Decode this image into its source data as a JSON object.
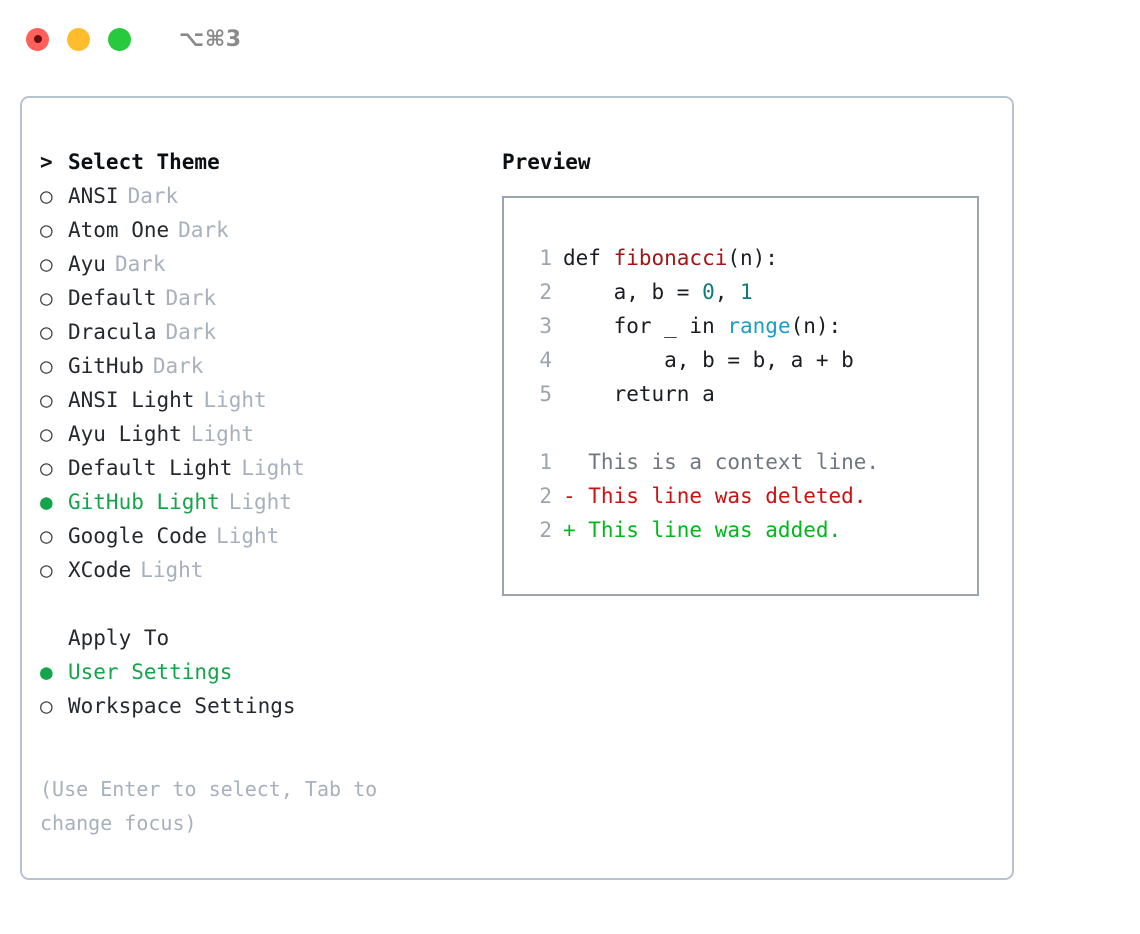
{
  "titlebar": {
    "shortcut": "⌥⌘3",
    "dots": [
      {
        "name": "close-button",
        "color": "#ff6059"
      },
      {
        "name": "minimize-button",
        "color": "#ffbd2e"
      },
      {
        "name": "maximize-button",
        "color": "#27c93f"
      }
    ]
  },
  "theme_picker": {
    "header_marker": ">",
    "header": "Select Theme",
    "marker_unselected": "○",
    "marker_selected": "●",
    "items": [
      {
        "label": "ANSI",
        "variant": "Dark",
        "selected": false
      },
      {
        "label": "Atom One",
        "variant": "Dark",
        "selected": false
      },
      {
        "label": "Ayu",
        "variant": "Dark",
        "selected": false
      },
      {
        "label": "Default",
        "variant": "Dark",
        "selected": false
      },
      {
        "label": "Dracula",
        "variant": "Dark",
        "selected": false
      },
      {
        "label": "GitHub",
        "variant": "Dark",
        "selected": false
      },
      {
        "label": "ANSI Light",
        "variant": "Light",
        "selected": false
      },
      {
        "label": "Ayu Light",
        "variant": "Light",
        "selected": false
      },
      {
        "label": "Default Light",
        "variant": "Light",
        "selected": false
      },
      {
        "label": "GitHub Light",
        "variant": "Light",
        "selected": true
      },
      {
        "label": "Google Code",
        "variant": "Light",
        "selected": false
      },
      {
        "label": "XCode",
        "variant": "Light",
        "selected": false
      }
    ]
  },
  "apply_to": {
    "header": "Apply To",
    "items": [
      {
        "label": "User Settings",
        "selected": true
      },
      {
        "label": "Workspace Settings",
        "selected": false
      }
    ]
  },
  "help": {
    "line1": "(Use Enter to select, Tab to",
    "line2": "change focus)"
  },
  "preview": {
    "title": "Preview",
    "code_lines": [
      {
        "no": "1",
        "segments": [
          {
            "t": "def ",
            "c": "plain"
          },
          {
            "t": "fibonacci",
            "c": "fn"
          },
          {
            "t": "(n):",
            "c": "plain"
          }
        ]
      },
      {
        "no": "2",
        "segments": [
          {
            "t": "    a, b = ",
            "c": "plain"
          },
          {
            "t": "0",
            "c": "num"
          },
          {
            "t": ", ",
            "c": "plain"
          },
          {
            "t": "1",
            "c": "num"
          }
        ]
      },
      {
        "no": "3",
        "segments": [
          {
            "t": "    for _ in ",
            "c": "plain"
          },
          {
            "t": "range",
            "c": "call"
          },
          {
            "t": "(n):",
            "c": "plain"
          }
        ]
      },
      {
        "no": "4",
        "segments": [
          {
            "t": "        a, b = b, a + b",
            "c": "plain"
          }
        ]
      },
      {
        "no": "5",
        "segments": [
          {
            "t": "    return a",
            "c": "plain"
          }
        ]
      }
    ],
    "diff_lines": [
      {
        "no": "1",
        "text": "  This is a context line.",
        "kind": "ctx"
      },
      {
        "no": "2",
        "text": "- This line was deleted.",
        "kind": "del"
      },
      {
        "no": "2",
        "text": "+ This line was added.",
        "kind": "add"
      }
    ]
  },
  "colors": {
    "accent_green": "#14a44a",
    "muted": "#a7b0bd",
    "border": "#b9c2cf",
    "preview_border": "#9aa5b1",
    "syntax_function": "#a31515",
    "syntax_number": "#0e7c7b",
    "syntax_call": "#1a9ec7",
    "diff_deleted": "#cc1111",
    "diff_added": "#00b81a"
  }
}
